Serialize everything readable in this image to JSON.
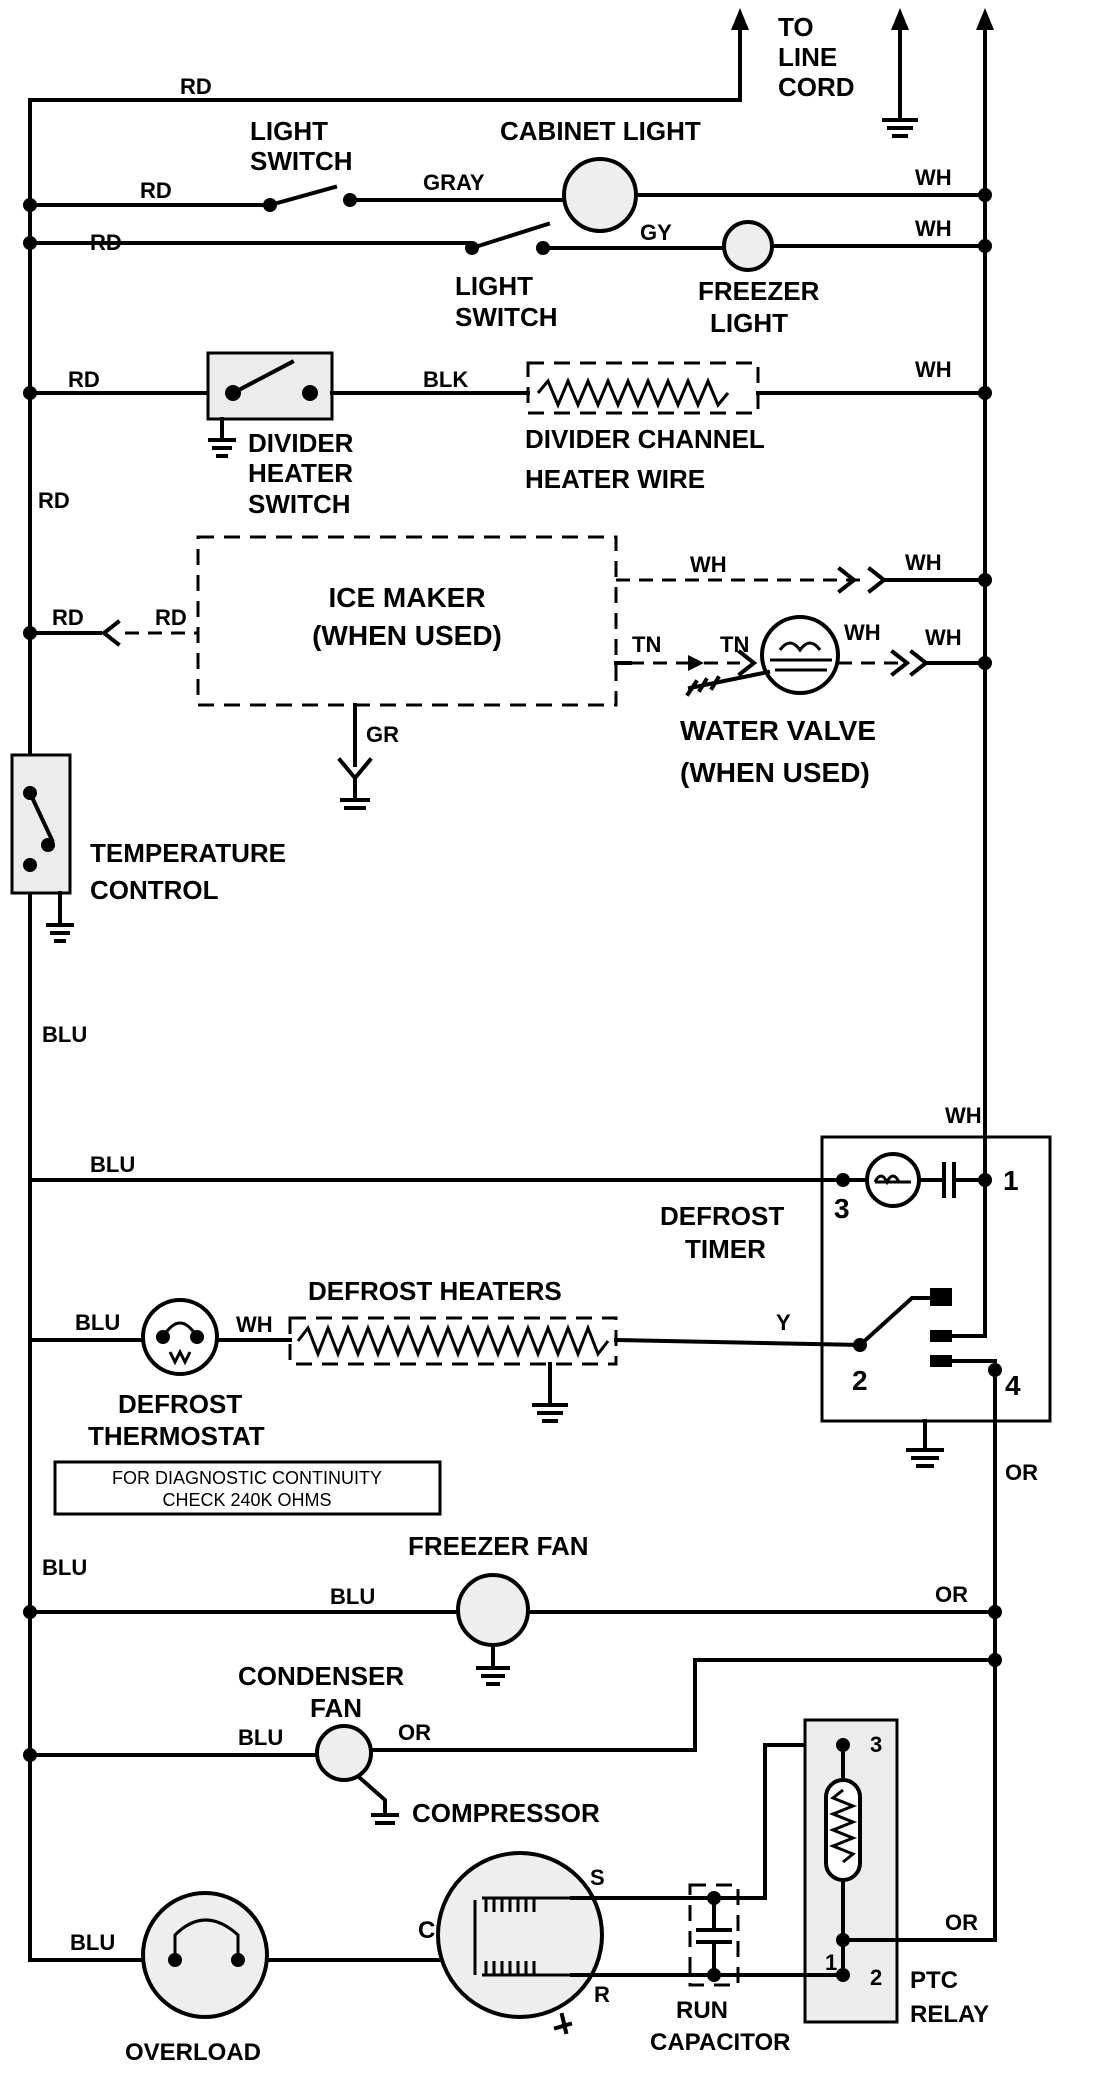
{
  "labels": {
    "to_line_cord": [
      "TO",
      "LINE",
      "CORD"
    ],
    "rd": "RD",
    "wh": "WH",
    "gray": "GRAY",
    "gy": "GY",
    "blk": "BLK",
    "tn": "TN",
    "gr": "GR",
    "blu": "BLU",
    "y": "Y",
    "or": "OR",
    "c": "C",
    "s": "S",
    "r": "R",
    "light_switch": [
      "LIGHT",
      "SWITCH"
    ],
    "cabinet_light": "CABINET LIGHT",
    "freezer_light": [
      "FREEZER",
      "LIGHT"
    ],
    "divider_heater_switch": [
      "DIVIDER",
      "HEATER",
      "SWITCH"
    ],
    "divider_channel_heater_wire": [
      "DIVIDER CHANNEL",
      "HEATER WIRE"
    ],
    "ice_maker": [
      "ICE MAKER",
      "(WHEN USED)"
    ],
    "water_valve": [
      "WATER VALVE",
      "(WHEN USED)"
    ],
    "temperature_control": [
      "TEMPERATURE",
      "CONTROL"
    ],
    "defrost_timer": [
      "DEFROST",
      "TIMER"
    ],
    "defrost_heaters": "DEFROST HEATERS",
    "defrost_thermostat": [
      "DEFROST",
      "THERMOSTAT"
    ],
    "diagnostic_note": [
      "FOR DIAGNOSTIC CONTINUITY",
      "CHECK 240K OHMS"
    ],
    "freezer_fan": "FREEZER FAN",
    "condenser_fan": [
      "CONDENSER",
      "FAN"
    ],
    "compressor": "COMPRESSOR",
    "overload": "OVERLOAD",
    "run_capacitor": [
      "RUN",
      "CAPACITOR"
    ],
    "ptc_relay": [
      "PTC",
      "RELAY"
    ],
    "terminals": [
      "1",
      "2",
      "3",
      "4"
    ]
  }
}
